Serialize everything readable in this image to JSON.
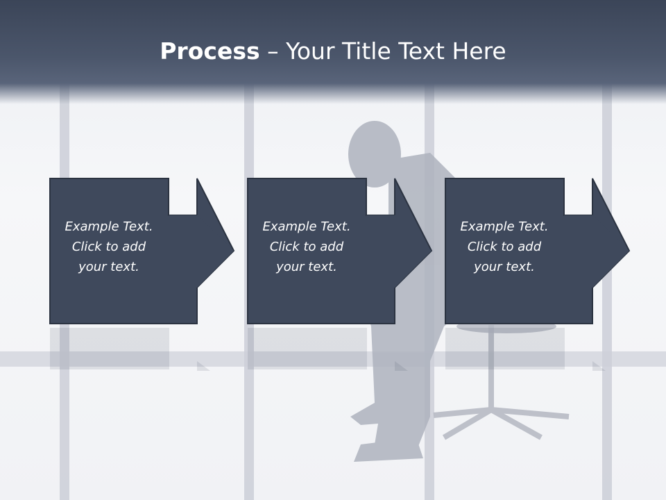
{
  "title": {
    "bold": "Process",
    "rest": " – Your Title Text Here"
  },
  "steps": [
    {
      "text": "Example Text.\nClick  to add\nyour text."
    },
    {
      "text": "Example Text.\nClick  to add\nyour text."
    },
    {
      "text": "Example Text.\nClick  to add\nyour text."
    }
  ],
  "colors": {
    "title_bar": "#46516a",
    "shape_fill": "#3f495c",
    "shape_border": "#2b3341",
    "text": "#ffffff"
  },
  "icons": {
    "arrow": "right-arrow-icon"
  }
}
